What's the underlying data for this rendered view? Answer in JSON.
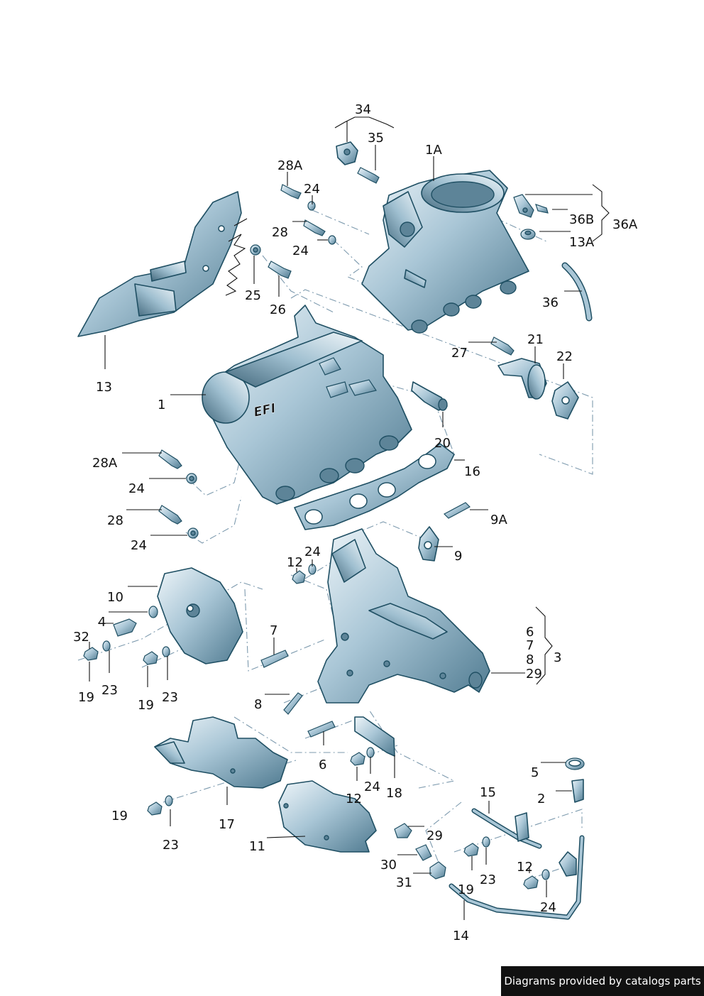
{
  "callouts": {
    "c34": "34",
    "c35": "35",
    "c1A": "1A",
    "c28A_top": "28A",
    "c24_a": "24",
    "c28_top": "28",
    "c24_b": "24",
    "c25": "25",
    "c26": "26",
    "c13": "13",
    "c36B": "36B",
    "c36A": "36A",
    "c13A": "13A",
    "c36": "36",
    "c27": "27",
    "c21": "21",
    "c22": "22",
    "c1": "1",
    "c20": "20",
    "c16": "16",
    "c28A_mid": "28A",
    "c24_c": "24",
    "c28_mid": "28",
    "c24_d": "24",
    "c9A": "9A",
    "c9": "9",
    "c24_e": "24",
    "c12_a": "12",
    "c10": "10",
    "c4": "4",
    "c32": "32",
    "c19_a": "19",
    "c23_a": "23",
    "c19_b": "19",
    "c23_b": "23",
    "c7": "7",
    "c6_grp": "6",
    "c7_grp": "7",
    "c8_grp": "8",
    "c29_grp": "29",
    "c3": "3",
    "c8": "8",
    "c6": "6",
    "c24_f": "24",
    "c18": "18",
    "c12_b": "12",
    "c5": "5",
    "c2": "2",
    "c15": "15",
    "c19_c": "19",
    "c17": "17",
    "c23_c": "23",
    "c11": "11",
    "c29": "29",
    "c30": "30",
    "c31": "31",
    "c23_d": "23",
    "c12_c": "12",
    "c19_d": "19",
    "c24_g": "24",
    "c14": "14"
  },
  "logo_text": "EFI",
  "footer": {
    "credit": "Diagrams provided by catalogs parts"
  },
  "colors": {
    "part_fill": "#a9c6d6",
    "part_stroke": "#1f4f63",
    "leader": "#111111",
    "dashed_guide": "#7d9aae",
    "credit_bg": "#111111"
  }
}
